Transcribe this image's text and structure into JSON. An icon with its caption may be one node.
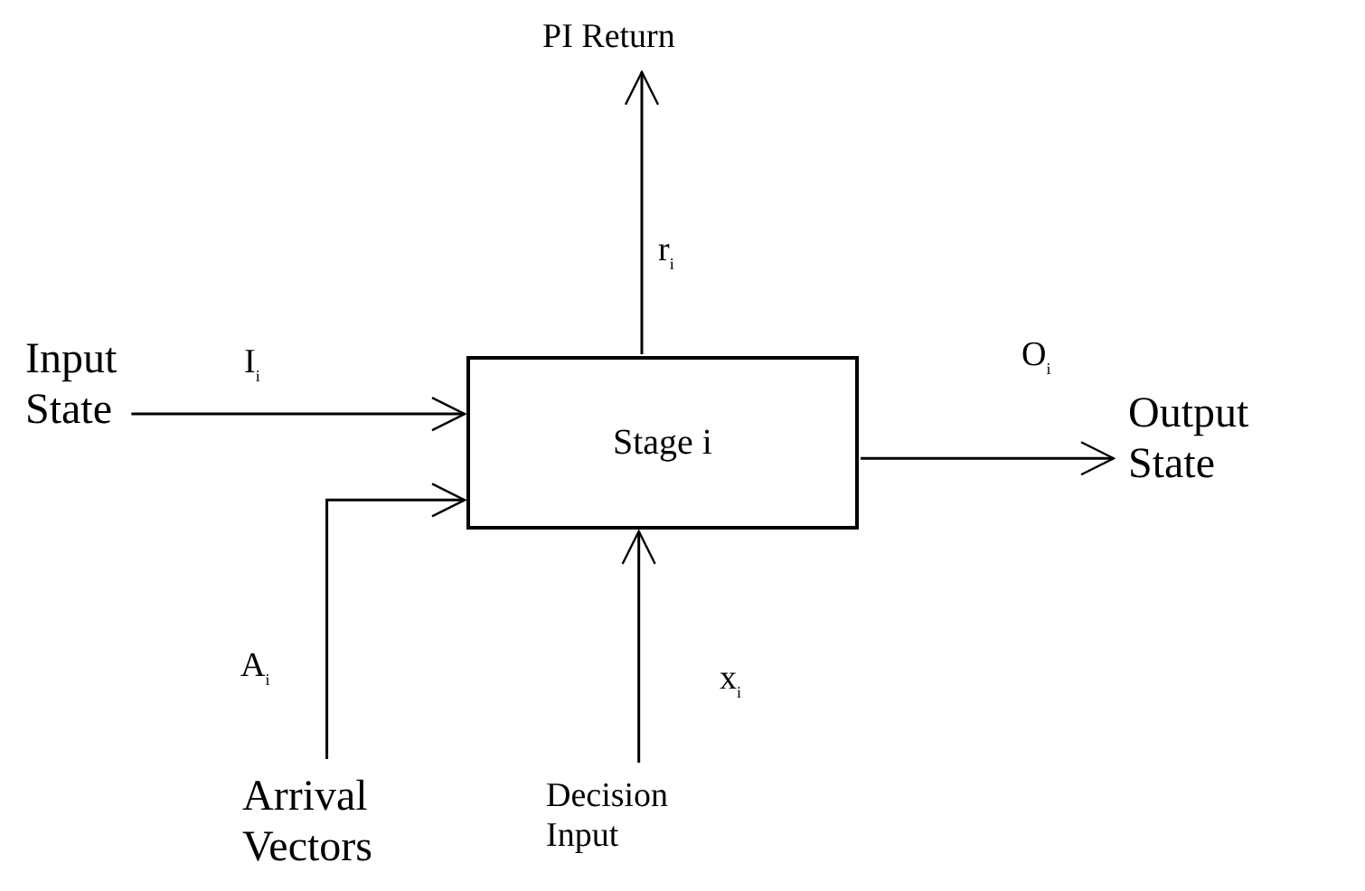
{
  "diagram": {
    "nodes": [
      {
        "text": [
          "PI Return"
        ]
      },
      {
        "text": [
          "Input State"
        ]
      },
      {
        "text": [
          "Stage i"
        ]
      },
      {
        "text": [
          "Output State"
        ]
      },
      {
        "text": [
          "Arrival Vectors"
        ]
      },
      {
        "text": [
          "Decision Input"
        ]
      }
    ],
    "edges": [
      {
        "from": 2,
        "to": 0,
        "arrow": "to",
        "label": "r$_{i}$"
      },
      {
        "from": 1,
        "to": 2,
        "arrow": "to",
        "label": "I$_{i}$"
      },
      {
        "from": 2,
        "to": 3,
        "arrow": "to",
        "label": "O$_{i}$"
      },
      {
        "from": 4,
        "to": 2,
        "arrow": "to",
        "label": "A$_{i}$"
      },
      {
        "from": 5,
        "to": 2,
        "arrow": "to",
        "label": "x$_{i}$"
      }
    ]
  }
}
